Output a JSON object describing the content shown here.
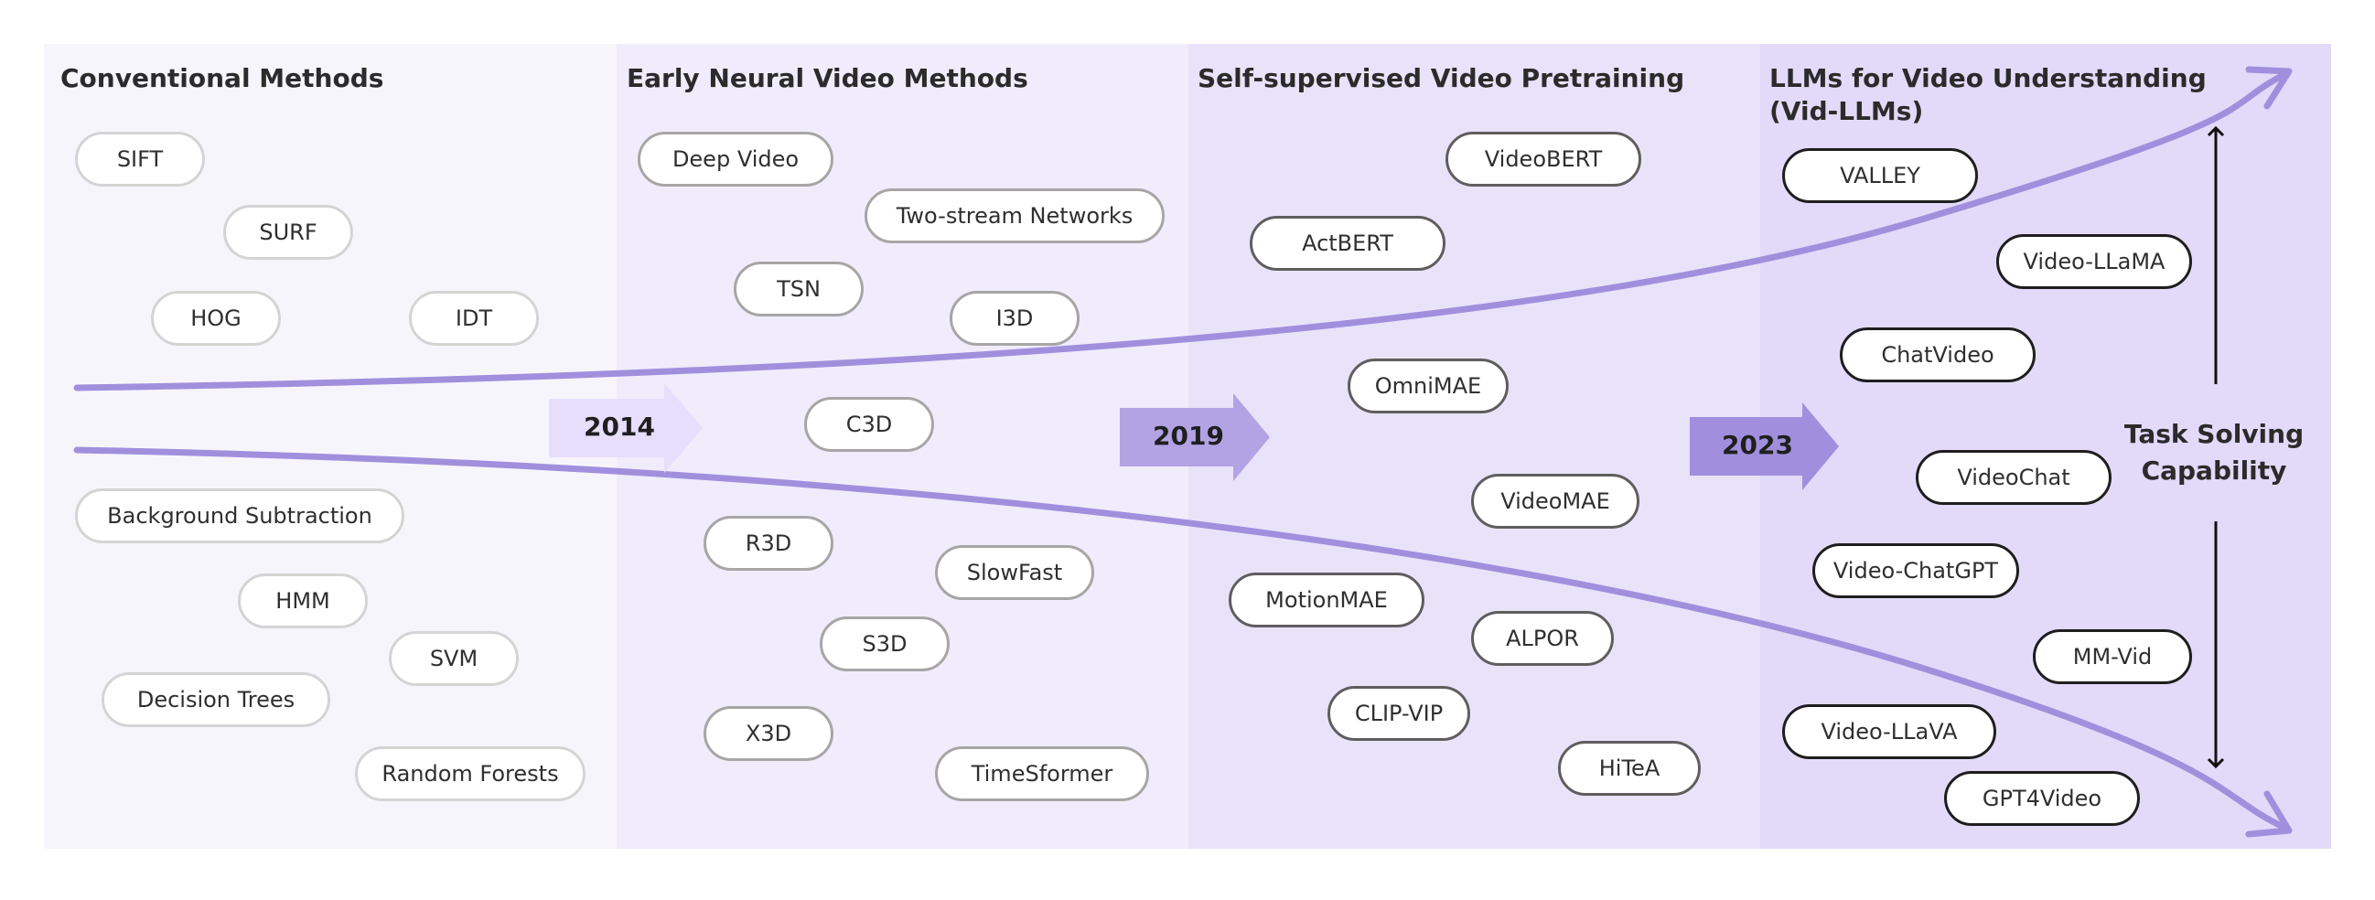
{
  "colors": {
    "bg1": "#f7f5fc",
    "bg2": "#f0ecfb",
    "bg3": "#e9e3fa",
    "bg4": "#e2daf8",
    "curve": "#a18fdd",
    "arrow1": "#e6defa",
    "arrow2": "#b3a2e4",
    "arrow3": "#a18fdd"
  },
  "sections": [
    {
      "title": "Conventional Methods",
      "items": [
        "SIFT",
        "SURF",
        "HOG",
        "IDT",
        "Background Subtraction",
        "HMM",
        "SVM",
        "Decision Trees",
        "Random Forests"
      ]
    },
    {
      "title": "Early Neural Video Methods",
      "items": [
        "Deep Video",
        "Two-stream Networks",
        "TSN",
        "I3D",
        "C3D",
        "R3D",
        "SlowFast",
        "S3D",
        "X3D",
        "TimeSformer"
      ]
    },
    {
      "title": "Self-supervised Video Pretraining",
      "items": [
        "VideoBERT",
        "ActBERT",
        "OmniMAE",
        "VideoMAE",
        "MotionMAE",
        "ALPOR",
        "CLIP-VIP",
        "HiTeA"
      ]
    },
    {
      "title_line1": "LLMs for Video Understanding",
      "title_line2": "(Vid-LLMs)",
      "items": [
        "VALLEY",
        "Video-LLaMA",
        "ChatVideo",
        "VideoChat",
        "Video-ChatGPT",
        "MM-Vid",
        "Video-LLaVA",
        "GPT4Video"
      ]
    }
  ],
  "years": [
    "2014",
    "2019",
    "2023"
  ],
  "capability_label_line1": "Task Solving",
  "capability_label_line2": "Capability",
  "icons": {
    "timeline_arrow": "block-arrow-right-icon",
    "capability_arrow": "double-arrow-vertical-icon",
    "curve_arrow": "curved-arrow-icon"
  }
}
